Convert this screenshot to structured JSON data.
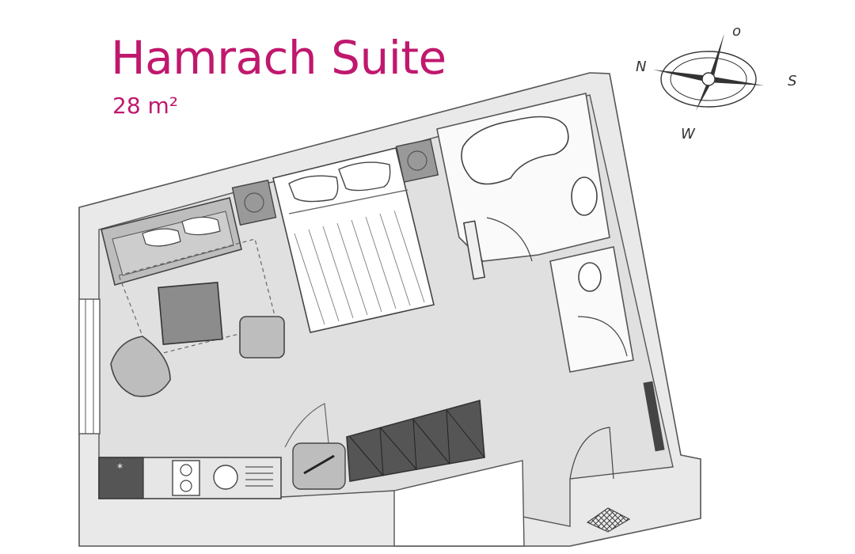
{
  "suite": {
    "name": "Hamrach Suite",
    "area": "28 m²"
  },
  "compass": {
    "north": "N",
    "south": "S",
    "west": "W",
    "east": "o"
  }
}
